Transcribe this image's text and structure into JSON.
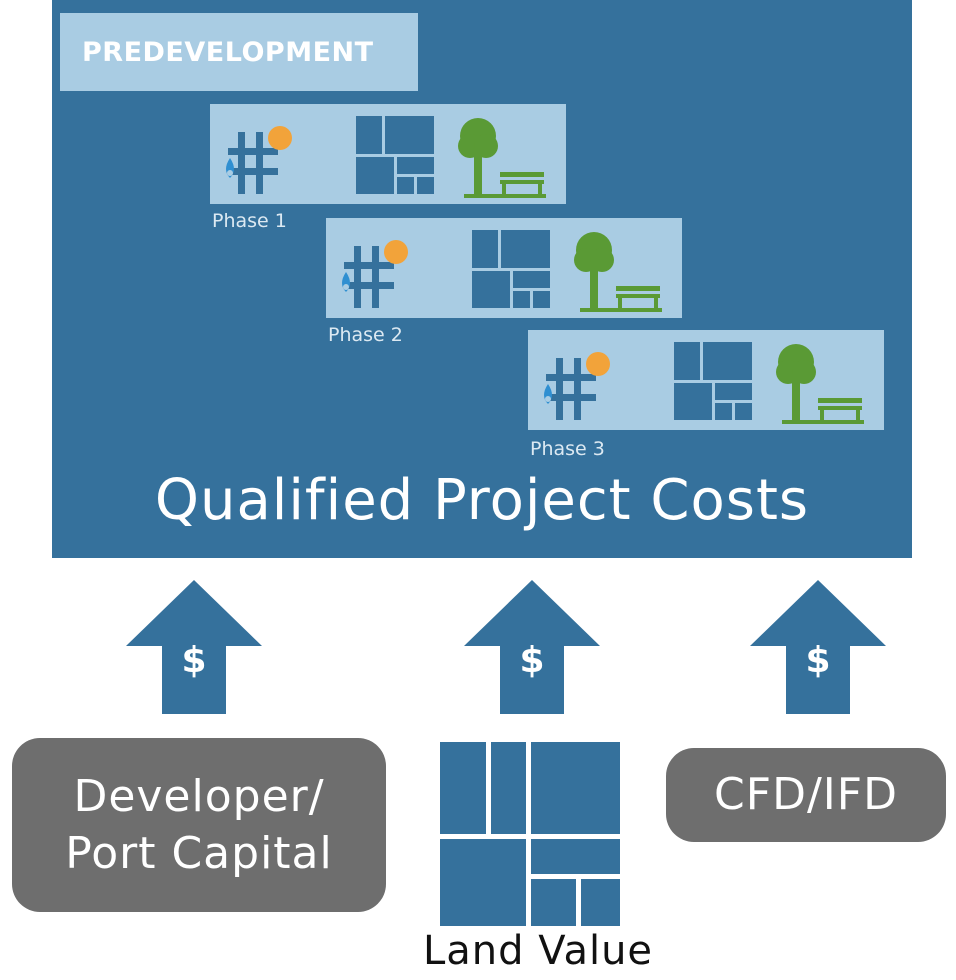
{
  "colors": {
    "panel": "#35719c",
    "card": "#a9cce3",
    "tree": "#5a9a35",
    "water": "#2f8fd1",
    "sun": "#f2a33a",
    "source_box": "#6e6e6e"
  },
  "predevelopment_label": "PREDEVELOPMENT",
  "phases": [
    {
      "label": "Phase 1",
      "icons": [
        "infrastructure-icon",
        "parcels-icon",
        "park-icon"
      ]
    },
    {
      "label": "Phase 2",
      "icons": [
        "infrastructure-icon",
        "parcels-icon",
        "park-icon"
      ]
    },
    {
      "label": "Phase 3",
      "icons": [
        "infrastructure-icon",
        "parcels-icon",
        "park-icon"
      ]
    }
  ],
  "title": "Qualified Project Costs",
  "arrow_symbol": "$",
  "sources": {
    "developer_line1": "Developer/",
    "developer_line2": "Port Capital",
    "land_value": "Land Value",
    "cfd_ifd": "CFD/IFD"
  }
}
